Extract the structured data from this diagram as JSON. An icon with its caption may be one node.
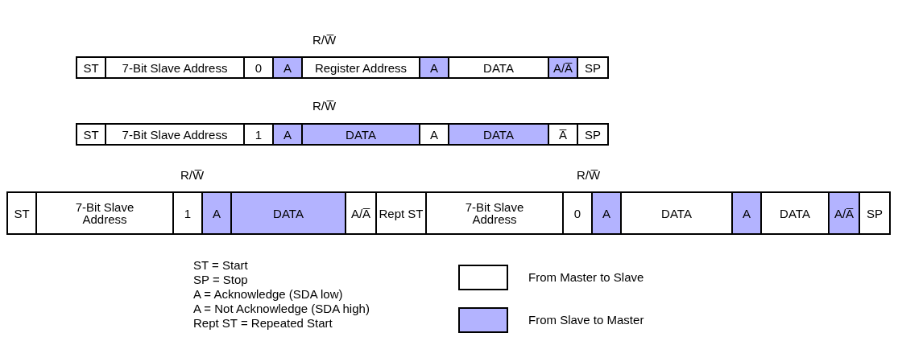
{
  "diagram": {
    "nodes": [
      {
        "text": [
          "ST"
        ]
      },
      {
        "text": [
          "7-Bit Slave Address"
        ]
      },
      {
        "text": [
          "0"
        ]
      },
      {
        "text": [
          "A"
        ]
      },
      {
        "text": [
          "Register Address"
        ]
      },
      {
        "text": [
          "A"
        ]
      },
      {
        "text": [
          "DATA"
        ]
      },
      {
        "text": [
          "A/A̅"
        ]
      },
      {
        "text": [
          "SP"
        ]
      },
      {
        "text": [
          "ST"
        ]
      },
      {
        "text": [
          "7-Bit Slave Address"
        ]
      },
      {
        "text": [
          "1"
        ]
      },
      {
        "text": [
          "A"
        ]
      },
      {
        "text": [
          "DATA"
        ]
      },
      {
        "text": [
          "A"
        ]
      },
      {
        "text": [
          "DATA"
        ]
      },
      {
        "text": [
          "A̅"
        ]
      },
      {
        "text": [
          "SP"
        ]
      },
      {
        "text": [
          "ST"
        ]
      },
      {
        "text": [
          "7-Bit Slave Address"
        ]
      },
      {
        "text": [
          "1"
        ]
      },
      {
        "text": [
          "A"
        ]
      },
      {
        "text": [
          "DATA"
        ]
      },
      {
        "text": [
          "A/A̅"
        ]
      },
      {
        "text": [
          "Rept ST"
        ]
      },
      {
        "text": [
          "7-Bit Slave Address"
        ]
      },
      {
        "text": [
          "0"
        ]
      },
      {
        "text": [
          "A"
        ]
      },
      {
        "text": [
          "DATA"
        ]
      },
      {
        "text": [
          "A"
        ]
      },
      {
        "text": [
          "DATA"
        ]
      },
      {
        "text": [
          "A/A̅"
        ]
      },
      {
        "text": [
          "SP"
        ]
      }
    ],
    "labels": [
      "R/W̅",
      "R/W̅",
      "R/W̅",
      "R/W̅",
      "ST = Start",
      "SP = Stop",
      "A = Acknowledge (SDA low)",
      "A = Not Acknowledge (SDA high)",
      "Rept ST = Repeated Start"
    ],
    "legend": [
      {
        "text": "From Master to Slave",
        "color": "#ffffff"
      },
      {
        "text": "From Slave to Master",
        "color": "#b3b3ff"
      }
    ]
  }
}
